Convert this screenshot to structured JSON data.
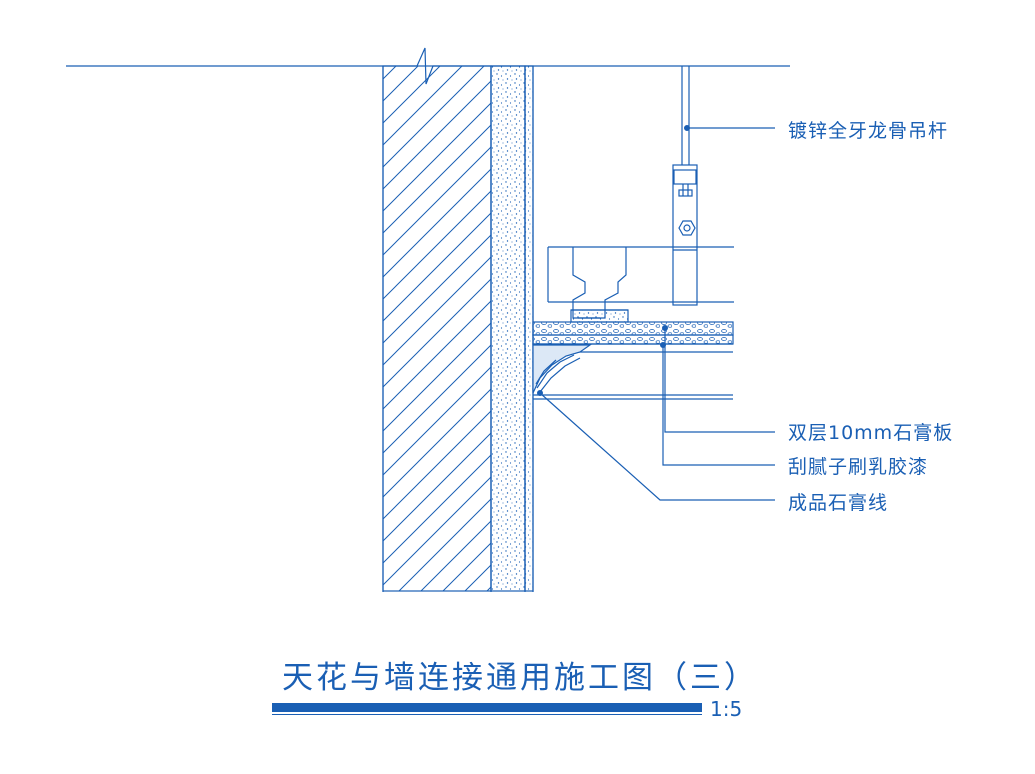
{
  "colors": {
    "line": "#1a5fb4",
    "background": "#ffffff"
  },
  "labels": {
    "hanger_rod": "镀锌全牙龙骨吊杆",
    "gypsum_board": "双层10mm石膏板",
    "putty_paint": "刮腻子刷乳胶漆",
    "gypsum_line": "成品石膏线"
  },
  "title": {
    "text": "天花与墙连接通用施工图（三）",
    "scale": "1:5"
  }
}
